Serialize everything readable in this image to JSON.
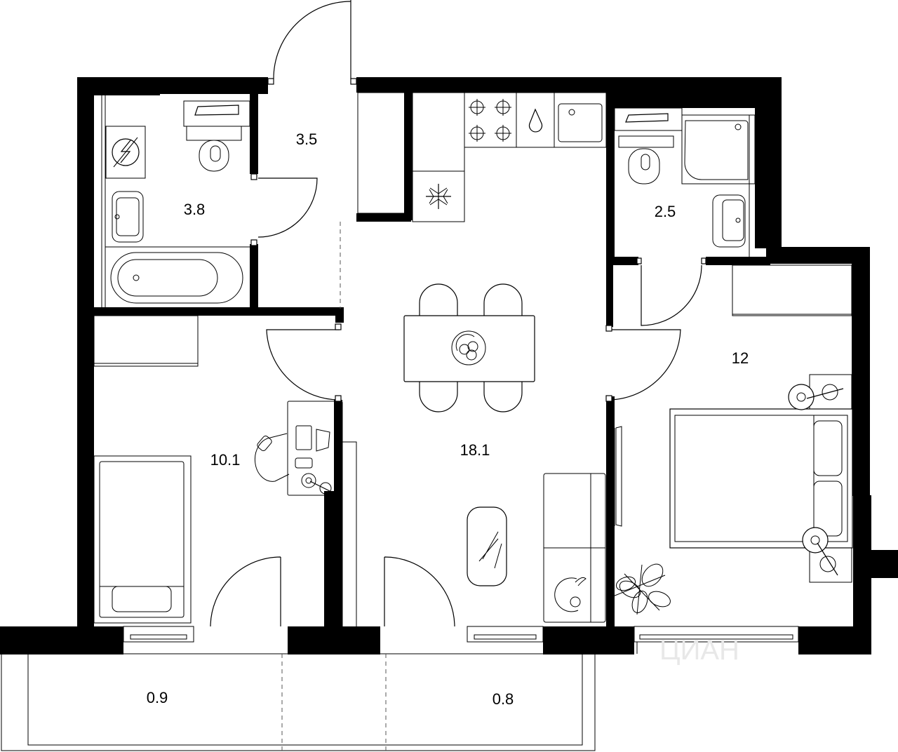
{
  "plan": {
    "type": "apartment-floor-plan",
    "rooms": [
      {
        "id": "bathroom",
        "area": "3.8"
      },
      {
        "id": "hallway",
        "area": "3.5"
      },
      {
        "id": "toilet-shower",
        "area": "2.5"
      },
      {
        "id": "bedroom-small",
        "area": "10.1"
      },
      {
        "id": "kitchen-living",
        "area": "18.1"
      },
      {
        "id": "bedroom-main",
        "area": "12"
      },
      {
        "id": "balcony-left",
        "area": "0.9"
      },
      {
        "id": "balcony-right",
        "area": "0.8"
      }
    ],
    "watermark": "ЦИАН"
  },
  "colors": {
    "wall": "#000000",
    "line": "#000000",
    "background": "#ffffff"
  }
}
